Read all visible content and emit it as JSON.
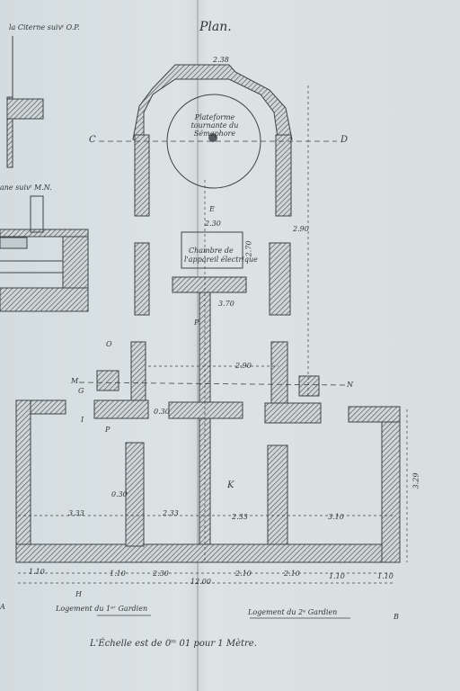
{
  "title": "Plan.",
  "section_cistern": "la Citerne suivᵗ O.P.",
  "section_mn": "ane suivᵗ M.N.",
  "room_lamp": "Plateforme tournante du Sémaphore",
  "room_electric_1": "Chambre de",
  "room_electric_2": "l'appareil électrique",
  "housing_left": "Logement du 1ᵉʳ Gardien",
  "housing_right": "Logement du 2ᵉ Gardien",
  "scale_note": "L'Échelle est de 0ᵐ 01 pour 1 Mètre.",
  "letters": {
    "C": "C",
    "D": "D",
    "O": "O",
    "M": "M",
    "N": "N",
    "G": "G",
    "I": "I",
    "P": "P",
    "K": "K",
    "H": "H",
    "A": "A",
    "B": "B",
    "E": "E"
  },
  "dimensions": {
    "top_width": "2.38",
    "tower_width": "2.30",
    "lamp_side": "2.90",
    "corridor": "3.70",
    "stair_gap": "2.90",
    "small_left": "0.30",
    "small_mid": "0.30",
    "left_room": "3.33",
    "mid_room": "2.33",
    "right_room_a": "2.33",
    "right_room_b": "3.10",
    "right_height": "3.29",
    "electric_h": "2.70",
    "bottom_total": "12.00",
    "b1": "1.10",
    "b2": "1.10",
    "b3": "2.30",
    "b4": "2.10",
    "b5": "2.10",
    "b6": "1.10",
    "b7": "1.10"
  }
}
